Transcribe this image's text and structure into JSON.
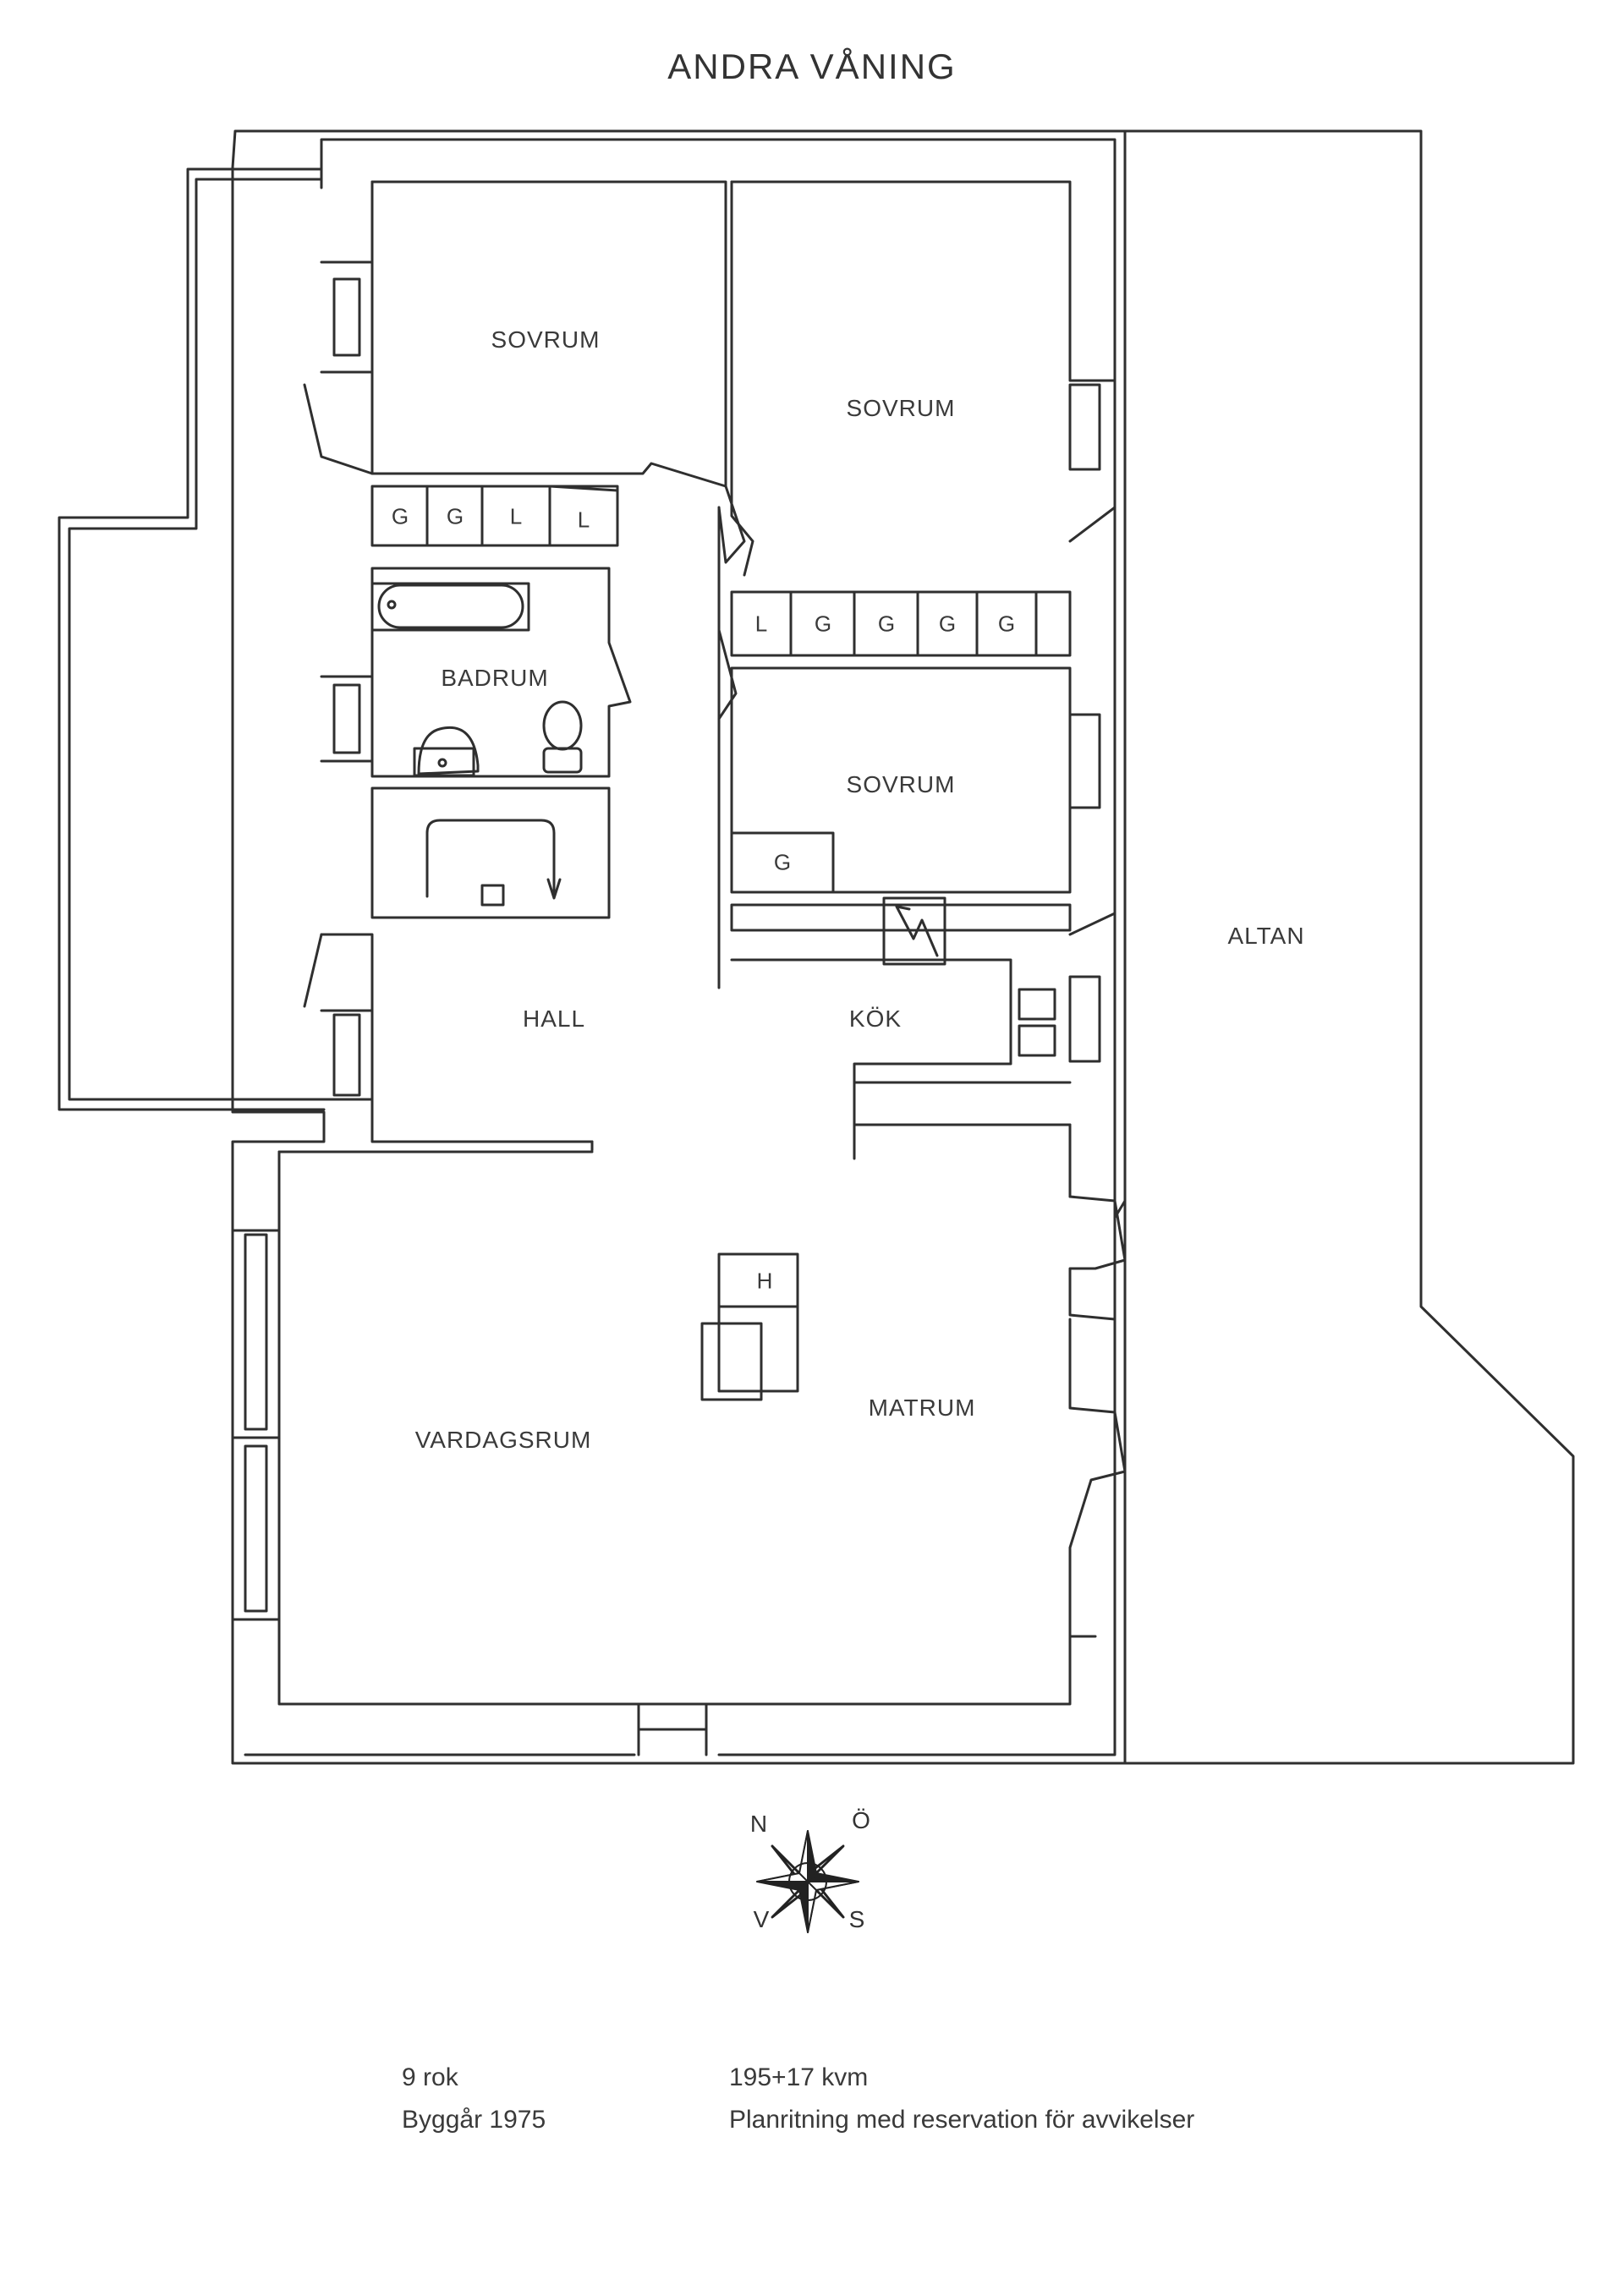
{
  "title": "ANDRA VÅNING",
  "rooms": {
    "sovrum_1": "SOVRUM",
    "sovrum_2": "SOVRUM",
    "sovrum_3": "SOVRUM",
    "badrum": "BADRUM",
    "hall": "HALL",
    "kok": "KÖK",
    "altan": "ALTAN",
    "matrum": "MATRUM",
    "vardagsrum": "VARDAGSRUM"
  },
  "closets_row_1": [
    "G",
    "G",
    "L",
    "L"
  ],
  "closets_row_2": [
    "L",
    "G",
    "G",
    "G",
    "G"
  ],
  "closet_sovrum_3": "G",
  "fireplace_label": "H",
  "compass": {
    "n": "N",
    "o": "Ö",
    "v": "V",
    "s": "S"
  },
  "info": {
    "rooms_count": "9 rok",
    "area": "195+17 kvm",
    "year_built": "Byggår 1975",
    "disclaimer": "Planritning med reservation för avvikelser"
  }
}
